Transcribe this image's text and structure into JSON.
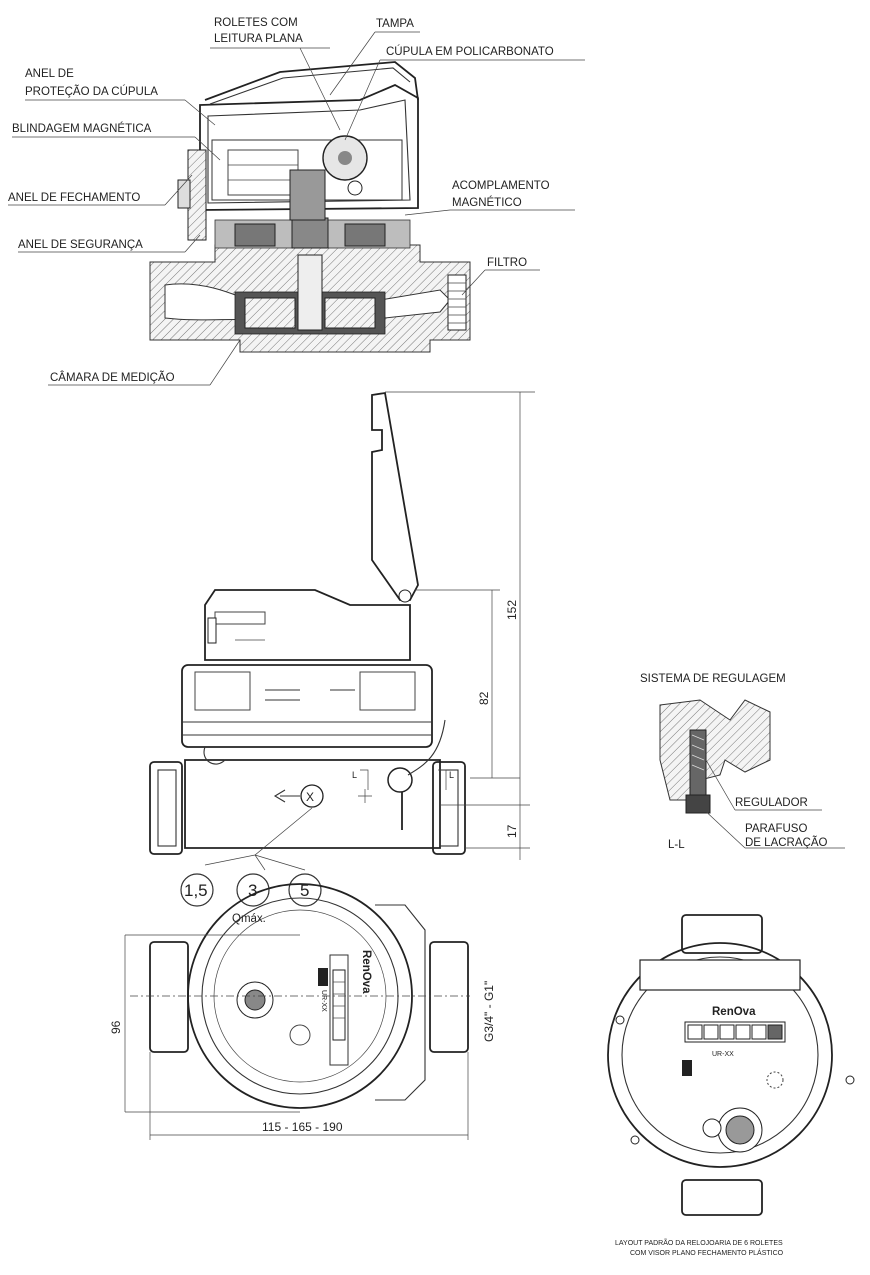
{
  "section_labels": {
    "roletes": [
      "ROLETES COM",
      "LEITURA PLANA"
    ],
    "tampa": "TAMPA",
    "cupula": "CÚPULA EM POLICARBONATO",
    "anel_protecao": [
      "ANEL DE",
      "PROTEÇÃO DA CÚPULA"
    ],
    "blindagem": "BLINDAGEM MAGNÉTICA",
    "anel_fechamento": "ANEL DE FECHAMENTO",
    "acoplamento": [
      "ACOMPLAMENTO",
      "MAGNÉTICO"
    ],
    "anel_seguranca": "ANEL DE SEGURANÇA",
    "filtro": "FILTRO",
    "camara": "CÂMARA DE MEDIÇÃO"
  },
  "side_view": {
    "dim_total": "152",
    "dim_body": "82",
    "dim_base": "17",
    "flow_marker": "X",
    "l_marker": "L",
    "qmax_options": [
      "1,5",
      "3",
      "5"
    ],
    "qmax_label": "Qmáx."
  },
  "regulagem": {
    "title": "SISTEMA DE REGULAGEM",
    "regulador": "REGULADOR",
    "parafuso": [
      "PARAFUSO",
      "DE LACRAÇÃO"
    ],
    "section": "L-L"
  },
  "top_view": {
    "dim_height": "96",
    "dim_width": "115 - 165 - 190",
    "thread": "G3/4\" - G1\"",
    "brand": "RenOva",
    "model": "UR-XX"
  },
  "dial_view": {
    "brand": "RenOva",
    "model": "UR-XX",
    "caption": [
      "LAYOUT PADRÃO DA RELOJOARIA DE 6 ROLETES",
      "COM VISOR PLANO FECHAMENTO PLÁSTICO"
    ]
  }
}
